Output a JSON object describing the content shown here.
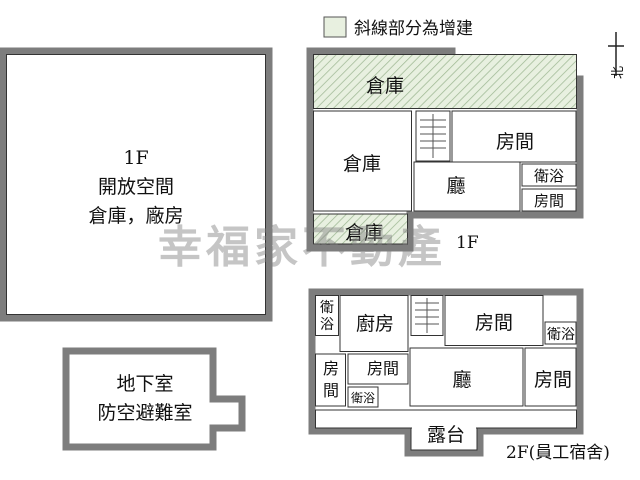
{
  "legend": {
    "text": "斜線部分為增建",
    "swatch_color": "#e8f0e0"
  },
  "compass": {
    "label": "北"
  },
  "watermark": "幸福家不動產",
  "building_1f": {
    "line1": "1F",
    "line2": "開放空間",
    "line3": "倉庫，廠房"
  },
  "basement": {
    "line1": "地下室",
    "line2": "防空避難室"
  },
  "plan_1f": {
    "storage_top": "倉庫",
    "storage_left": "倉庫",
    "room": "房間",
    "hall": "廳",
    "bath": "衛浴",
    "small_room": "房間",
    "storage_bottom": "倉庫",
    "floor_label": "1F"
  },
  "plan_2f": {
    "bath_left_1": "衛",
    "bath_left_2": "浴",
    "kitchen": "廚房",
    "room_top": "房間",
    "bath_right": "衛浴",
    "room_small_1": "房",
    "room_small_2": "間",
    "room_mid": "房間",
    "bath_mid": "衛浴",
    "hall": "廳",
    "room_right": "房間",
    "terrace": "露台",
    "floor_label": "2F(員工宿舍)"
  },
  "colors": {
    "wall": "#7d7d7d",
    "hatch_bg": "#e8f0e0",
    "hatch_line": "#9fb894"
  }
}
